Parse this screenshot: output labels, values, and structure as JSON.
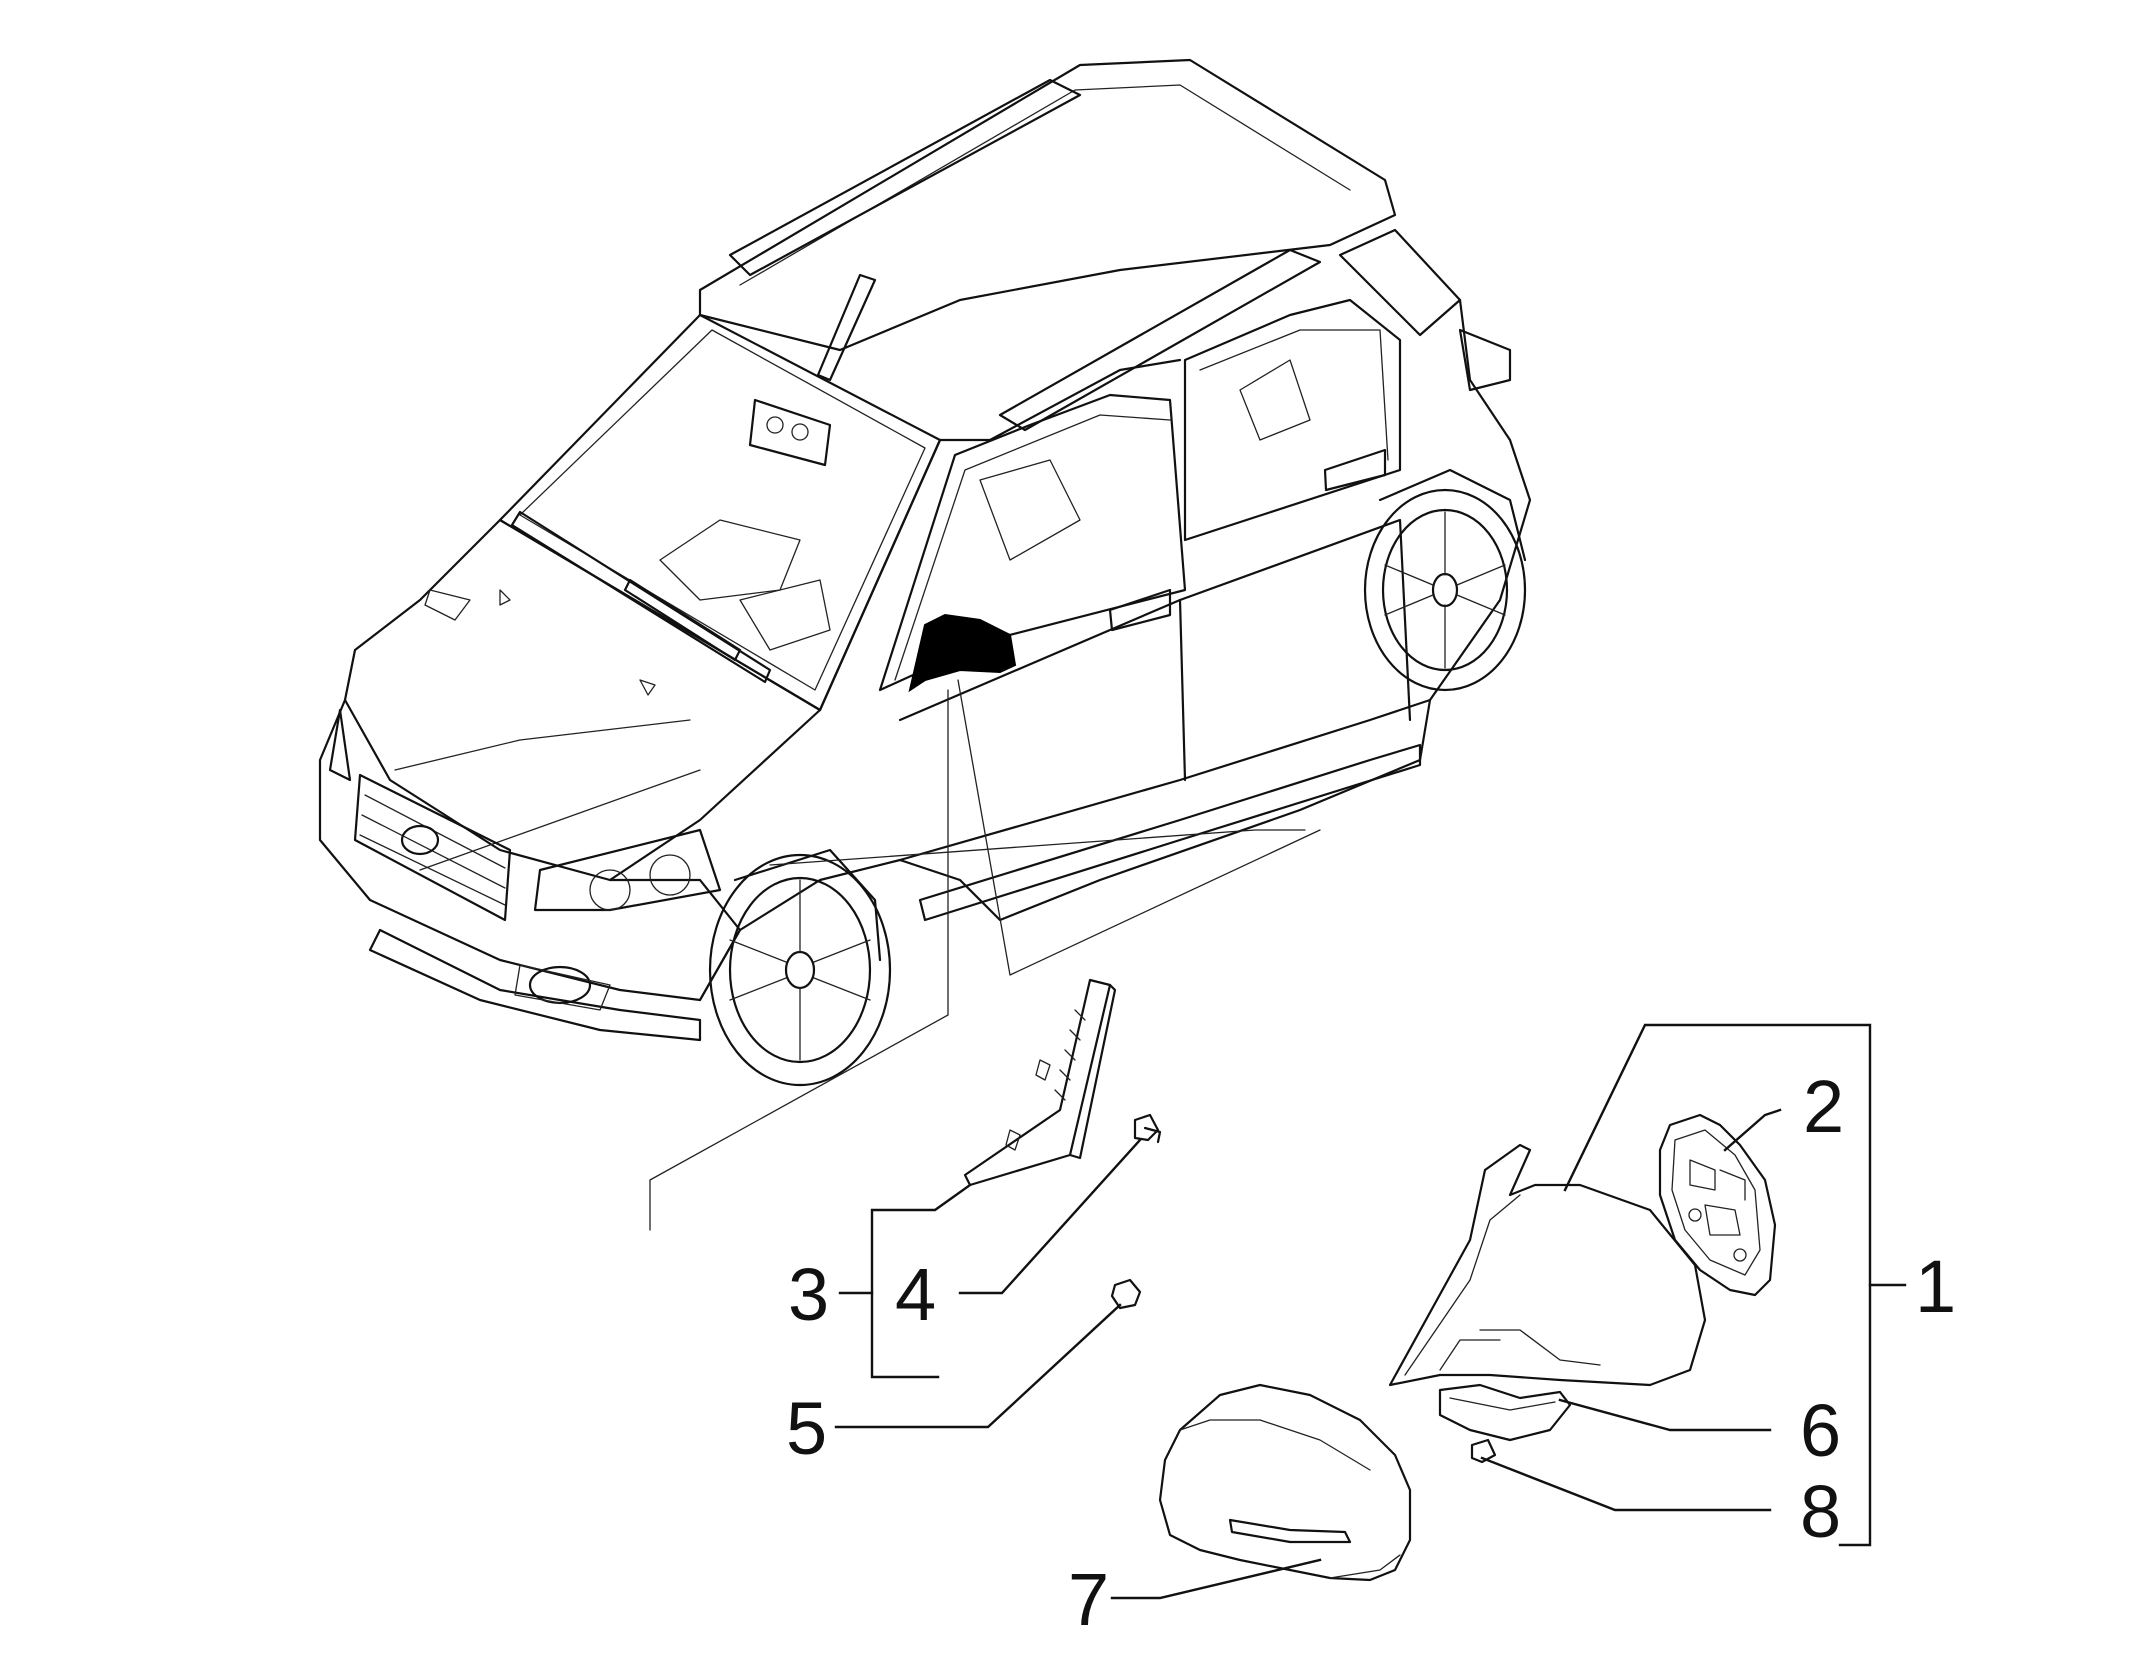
{
  "callouts": {
    "c1": "1",
    "c2": "2",
    "c3": "3",
    "c4": "4",
    "c5": "5",
    "c6": "6",
    "c7": "7",
    "c8": "8"
  },
  "colors": {
    "ink": "#111111",
    "background": "#ffffff",
    "highlight": "#000000"
  }
}
